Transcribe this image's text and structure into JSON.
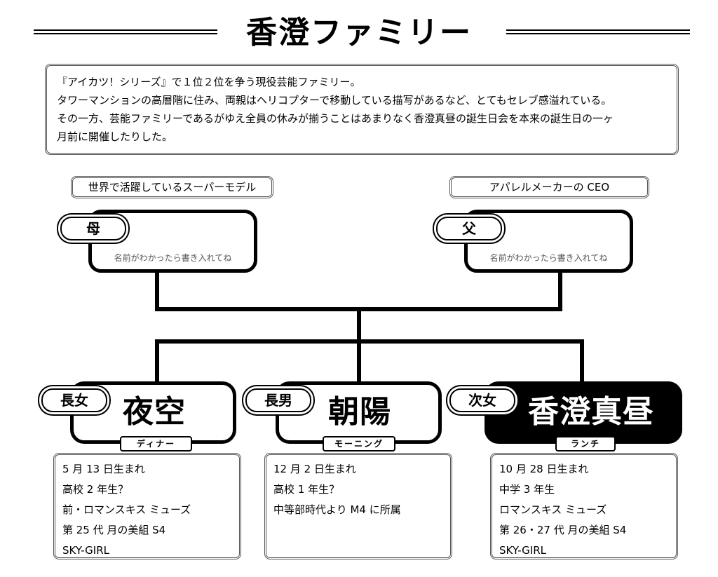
{
  "title": "香澄ファミリー",
  "intro": [
    "『アイカツ！シリーズ』で１位２位を争う現役芸能ファミリー。",
    "タワーマンションの高層階に住み、両親はヘリコプターで移動している描写があるなど、とてもセレブ感溢れている。",
    "その一方、芸能ファミリーであるがゆえ全員の休みが揃うことはあまりなく香澄真昼の誕生日会を本来の誕生日の一ヶ",
    "月前に開催したりした。"
  ],
  "mother": {
    "note": "世界で活躍しているスーパーモデル",
    "role": "母",
    "hint": "名前がわかったら書き入れてね"
  },
  "father": {
    "note": "アパレルメーカーの CEO",
    "role": "父",
    "hint": "名前がわかったら書き入れてね"
  },
  "children": [
    {
      "role": "長女",
      "name": "夜空",
      "tag": "ディナー",
      "info": [
        "5 月 13 日生まれ",
        "高校 2 年生？",
        "前・ロマンスキス ミューズ",
        "第 25 代 月の美組 S4",
        "SKY-GIRL"
      ]
    },
    {
      "role": "長男",
      "name": "朝陽",
      "tag": "モーニング",
      "info": [
        "12 月 2 日生まれ",
        "高校 1 年生？",
        "中等部時代より M4 に所属"
      ]
    },
    {
      "role": "次女",
      "name": "香澄真昼",
      "tag": "ランチ",
      "info": [
        "10 月 28 日生まれ",
        "中学 3 年生",
        "ロマンスキス ミューズ",
        "第 26・27 代 月の美組 S4",
        "SKY-GIRL"
      ]
    }
  ],
  "colors": {
    "ink": "#000000",
    "paper": "#ffffff",
    "hint": "#555555"
  }
}
